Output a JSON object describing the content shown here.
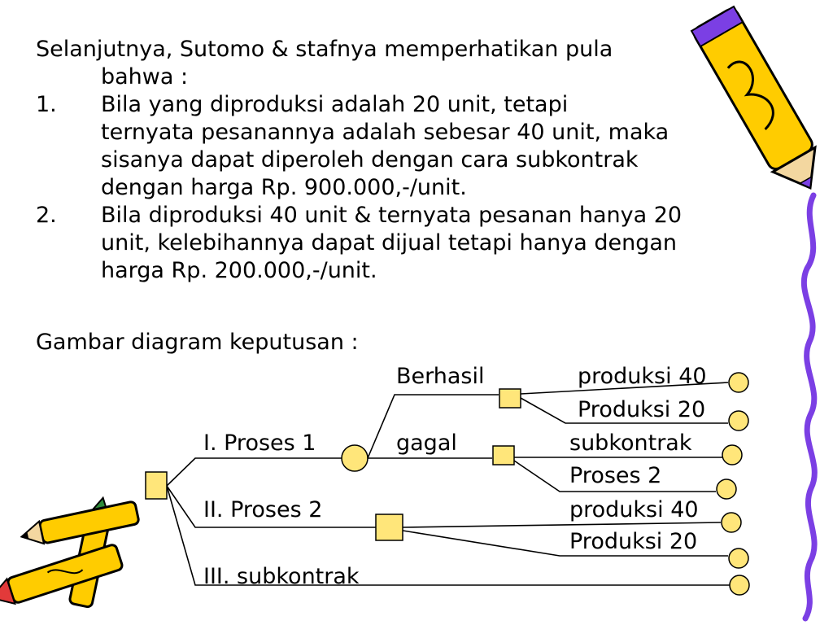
{
  "intro": {
    "line1": "Selanjutnya, Sutomo & stafnya memperhatikan pula",
    "line2": "bahwa :"
  },
  "items": [
    {
      "number": "1.",
      "lines": [
        "Bila yang diproduksi adalah 20 unit, tetapi",
        "ternyata pesanannya adalah sebesar 40 unit, maka",
        "sisanya dapat diperoleh dengan cara subkontrak",
        "dengan harga Rp. 900.000,-/unit."
      ]
    },
    {
      "number": "2.",
      "lines": [
        "Bila diproduksi 40 unit & ternyata pesanan hanya 20",
        "unit, kelebihannya dapat dijual tetapi hanya dengan",
        "harga Rp. 200.000,-/unit."
      ]
    }
  ],
  "diagram": {
    "heading": "Gambar diagram keputusan :",
    "branches": {
      "proses1": "I. Proses 1",
      "proses2": "II. Proses 2",
      "subkontrak": "III. subkontrak"
    },
    "outcomes": {
      "berhasil": "Berhasil",
      "gagal": "gagal"
    },
    "leaves": {
      "berhasil_produksi40": "produksi 40",
      "berhasil_produksi20": "Produksi 20",
      "gagal_subkontrak": "subkontrak",
      "gagal_proses2": "Proses 2",
      "p2_produksi40": "produksi 40",
      "p2_produksi20": "Produksi 20"
    },
    "colors": {
      "node_fill": "#ffe67a",
      "node_stroke": "#000000",
      "line": "#000000"
    }
  },
  "decorations": {
    "top_right": "crayon-icon",
    "bottom_left": "crayons-icon",
    "right_edge": "squiggle-border"
  }
}
